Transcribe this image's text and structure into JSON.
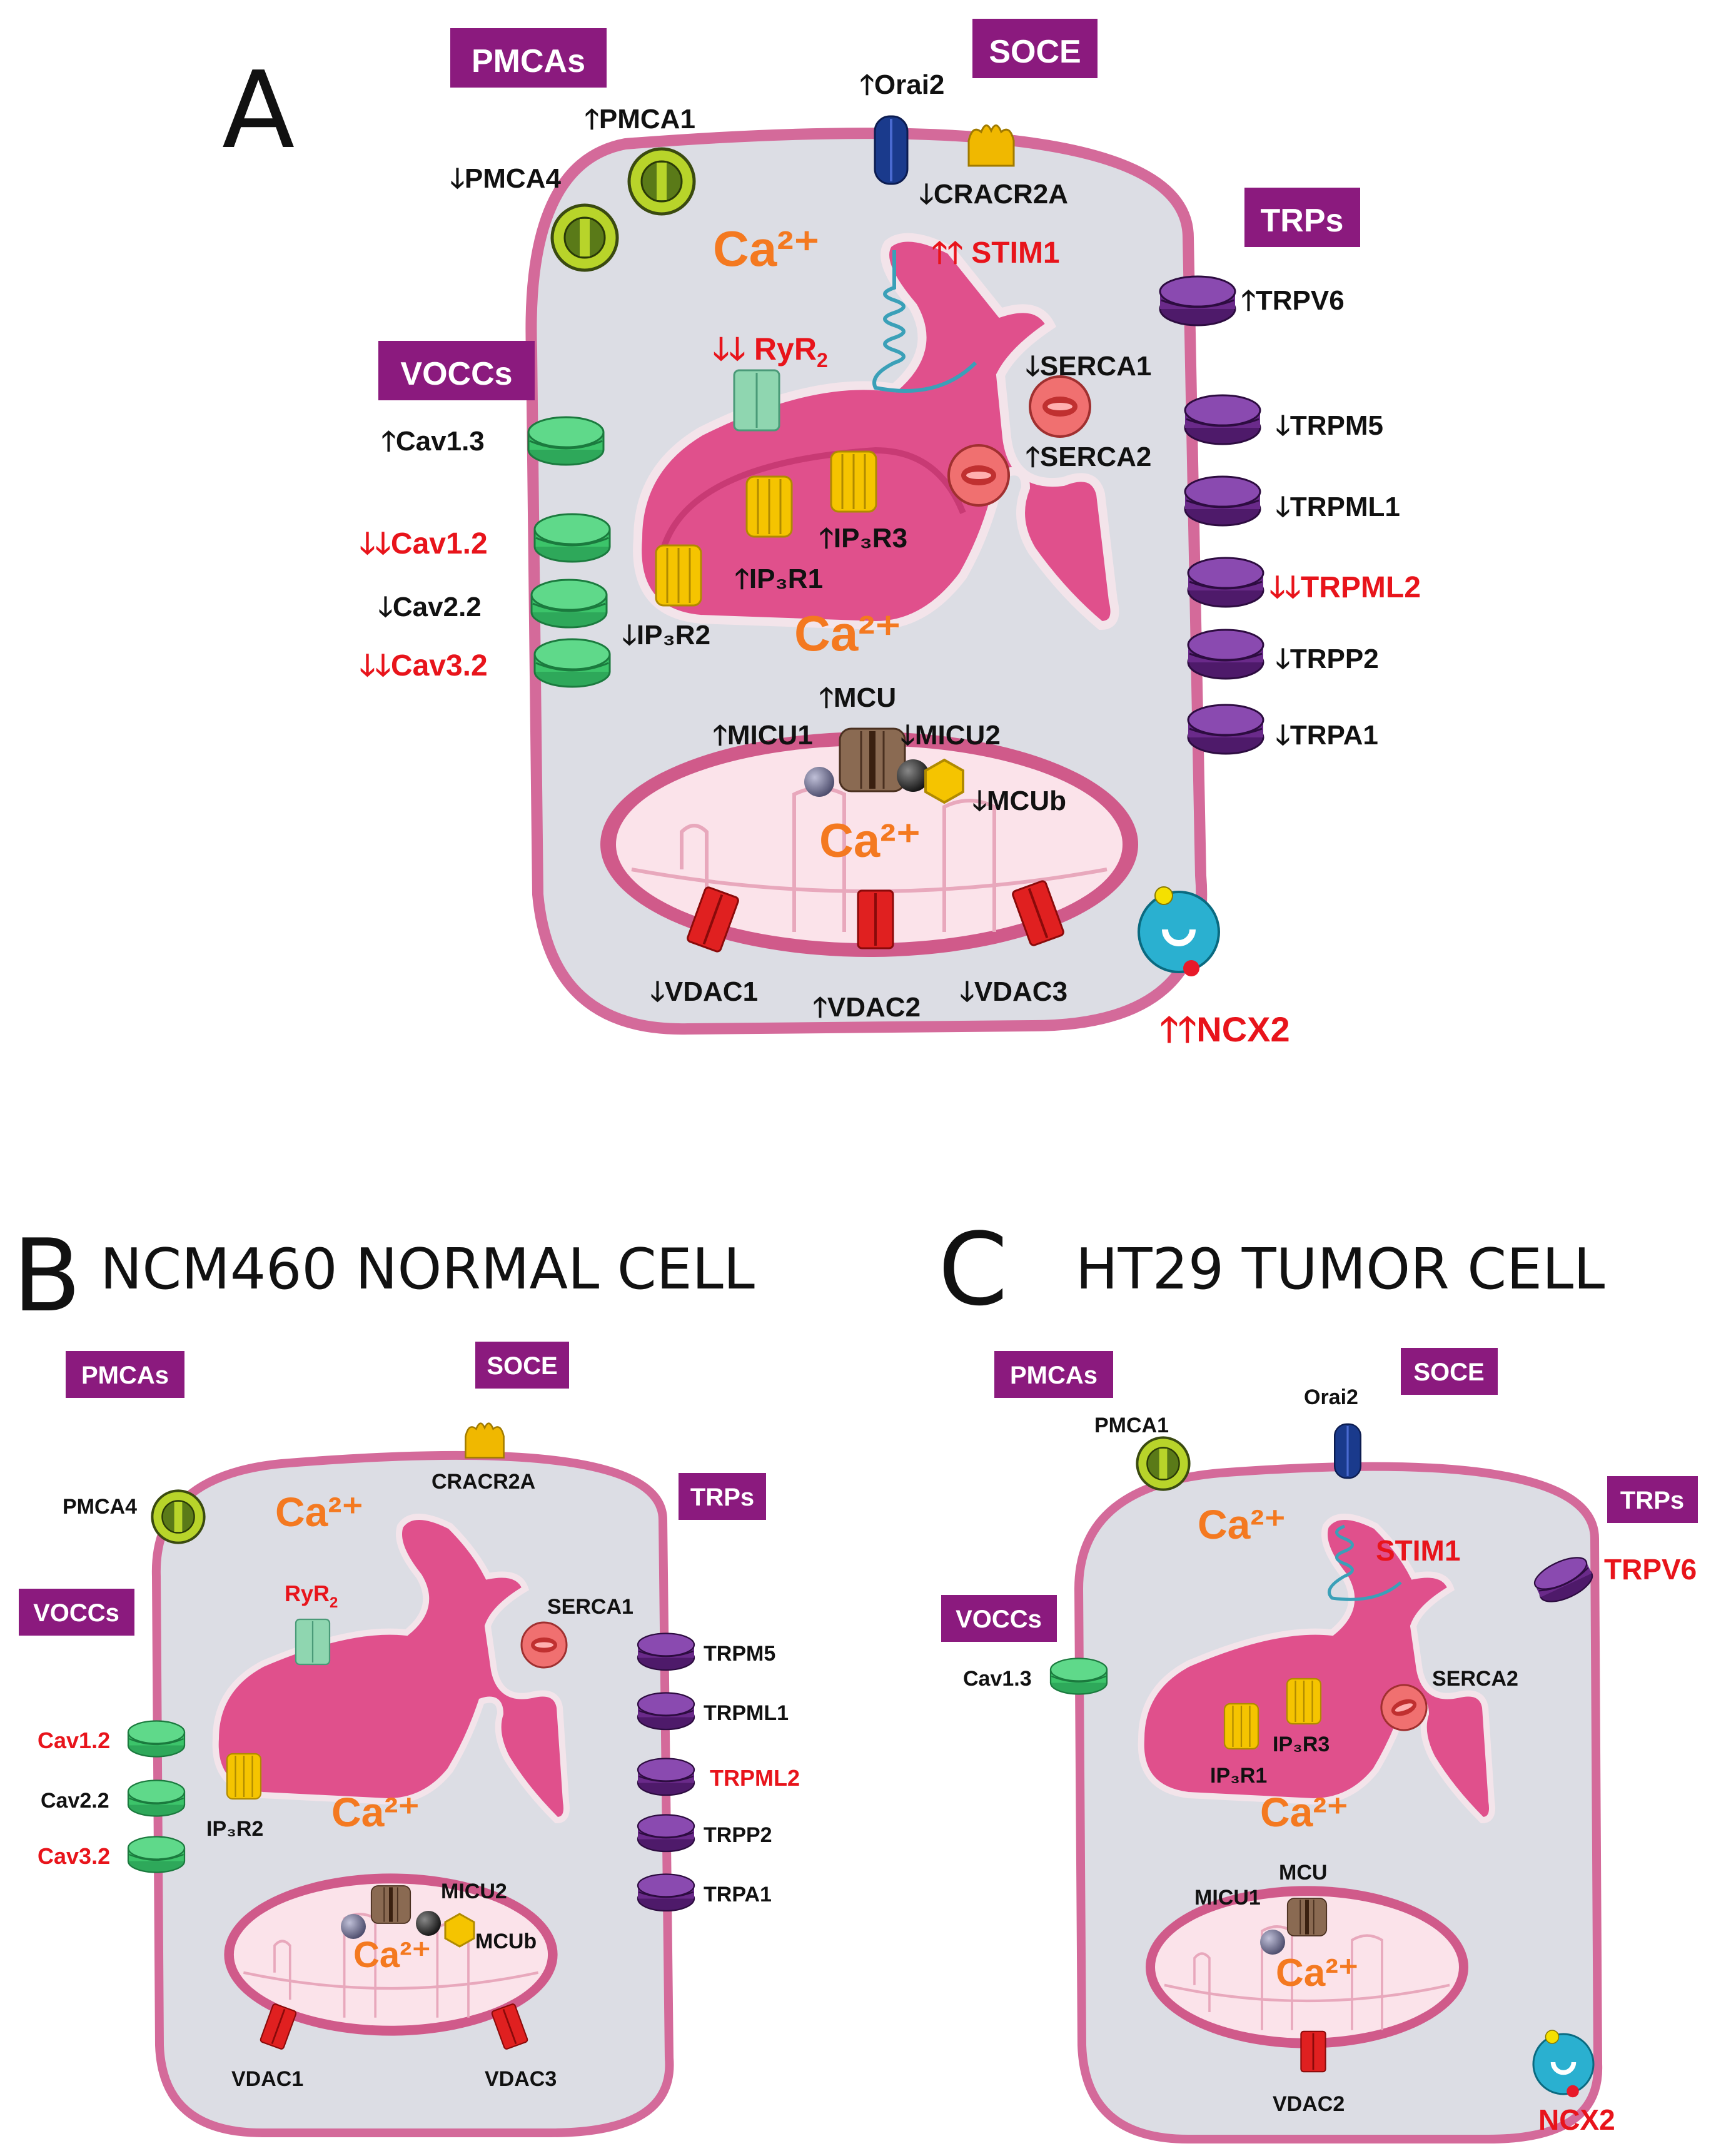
{
  "colors": {
    "family_box": "#8b1a7e",
    "increase_red": "#e8141b",
    "black": "#111111",
    "calcium": "#f47920",
    "cell_fill": "#dcdde4",
    "membrane": "#d46a9a",
    "er": "#e0508c",
    "mito_outer": "#d05a8a",
    "mito_inner": "#fbe3ea",
    "vocc": "#3cc46a",
    "trp": "#6a2a8a",
    "ip3r": "#f5c400",
    "ryr": "#8fd6b0",
    "serca": "#f07070",
    "pmca": "#b8d42a",
    "orai": "#1a3a8c",
    "cracr": "#f0b800",
    "vdac": "#e02020",
    "ncx": "#2ab0d0",
    "mcu": "#8a6a52"
  },
  "calcium_label": "Ca²⁺",
  "panelA": {
    "letter": "A",
    "family_boxes": {
      "pmcas": "PMCAs",
      "soce": "SOCE",
      "trps": "TRPs",
      "voccs": "VOCCs"
    },
    "labels": {
      "pmca1": "PMCA1",
      "pmca4": "PMCA4",
      "orai2": "Orai2",
      "cracr2a": "CRACR2A",
      "stim1": "STIM1",
      "trpv6": "TRPV6",
      "ryr2": "RyR",
      "ryr2_sub": "2",
      "serca1": "SERCA1",
      "serca2": "SERCA2",
      "trpm5": "TRPM5",
      "trpml1": "TRPML1",
      "trpml2": "TRPML2",
      "trpp2": "TRPP2",
      "trpa1": "TRPA1",
      "cav13": "Cav1.3",
      "cav12": "Cav1.2",
      "cav22": "Cav2.2",
      "cav32": "Cav3.2",
      "ip3r1": "IP₃R1",
      "ip3r2": "IP₃R2",
      "ip3r3": "IP₃R3",
      "mcu": "MCU",
      "micu1": "MICU1",
      "micu2": "MICU2",
      "mcub": "MCUb",
      "vdac1": "VDAC1",
      "vdac2": "VDAC2",
      "vdac3": "VDAC3",
      "ncx2": "NCX2"
    },
    "arrows": {
      "up": "🡑",
      "down": "🡓"
    }
  },
  "panelB": {
    "letter": "B",
    "title": "NCM460 NORMAL CELL",
    "family_boxes": {
      "pmcas": "PMCAs",
      "soce": "SOCE",
      "trps": "TRPs",
      "voccs": "VOCCs"
    },
    "labels": {
      "pmca4": "PMCA4",
      "cracr2a": "CRACR2A",
      "ryr2": "RyR",
      "ryr2_sub": "2",
      "serca1": "SERCA1",
      "trpm5": "TRPM5",
      "trpml1": "TRPML1",
      "trpml2": "TRPML2",
      "trpp2": "TRPP2",
      "trpa1": "TRPA1",
      "cav12": "Cav1.2",
      "cav22": "Cav2.2",
      "cav32": "Cav3.2",
      "ip3r2": "IP₃R2",
      "micu2": "MICU2",
      "mcub": "MCUb",
      "vdac1": "VDAC1",
      "vdac3": "VDAC3"
    }
  },
  "panelC": {
    "letter": "C",
    "title": "HT29 TUMOR CELL",
    "family_boxes": {
      "pmcas": "PMCAs",
      "soce": "SOCE",
      "trps": "TRPs",
      "voccs": "VOCCs"
    },
    "labels": {
      "pmca1": "PMCA1",
      "orai2": "Orai2",
      "stim1": "STIM1",
      "trpv6": "TRPV6",
      "cav13": "Cav1.3",
      "serca2": "SERCA2",
      "ip3r1": "IP₃R1",
      "ip3r3": "IP₃R3",
      "micu1": "MICU1",
      "mcu": "MCU",
      "vdac2": "VDAC2",
      "ncx2": "NCX2"
    }
  }
}
